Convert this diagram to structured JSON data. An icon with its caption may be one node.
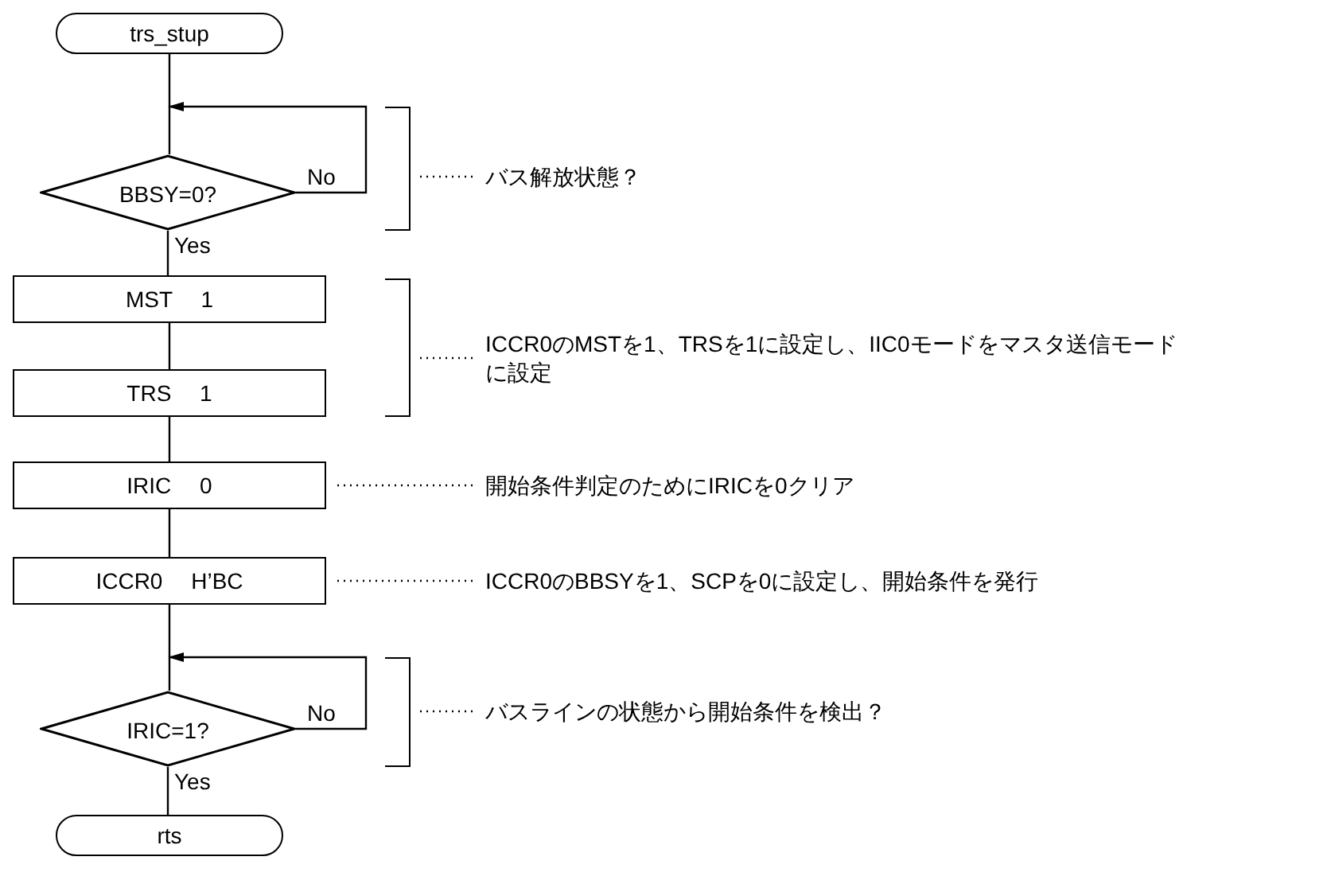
{
  "diagram": {
    "nodes": [
      {
        "text": [
          "trs_stup"
        ]
      },
      {
        "text": [
          "BBSY=0?"
        ]
      },
      {
        "text": [
          "MST 1"
        ]
      },
      {
        "text": [
          "TRS 1"
        ]
      },
      {
        "text": [
          "IRIC 0"
        ]
      },
      {
        "text": [
          "ICCR0 H’BC"
        ]
      },
      {
        "text": [
          "IRIC=1?"
        ]
      },
      {
        "text": [
          "rts"
        ]
      },
      {
        "text": [
          "バス解放状態？"
        ]
      },
      {
        "text": [
          "ICCR0のMSTを1、TRSを1に設定し、IIC0モードをマスタ送信モードに設定"
        ]
      },
      {
        "text": [
          "開始条件判定のためにIRICを0クリア"
        ]
      },
      {
        "text": [
          "ICCR0のBBSYを1、SCPを0に設定し、開始条件を発行"
        ]
      },
      {
        "text": [
          "バスラインの状態から開始条件を検出？"
        ]
      },
      {
        "text": [],
        "shape": "bracket"
      },
      {
        "text": [],
        "shape": "bracket"
      },
      {
        "text": [],
        "shape": "bracket"
      }
    ],
    "edges": [
      {
        "from": 0,
        "to": 1,
        "arrow": "none"
      },
      {
        "from": 1,
        "to": 1,
        "arrow": "to",
        "label": "No"
      },
      {
        "from": 1,
        "to": 2,
        "arrow": "none",
        "label": "Yes"
      },
      {
        "from": 2,
        "to": 3,
        "arrow": "none"
      },
      {
        "from": 3,
        "to": 4,
        "arrow": "none"
      },
      {
        "from": 4,
        "to": 5,
        "arrow": "none"
      },
      {
        "from": 5,
        "to": 6,
        "arrow": "none"
      },
      {
        "from": 6,
        "to": 6,
        "arrow": "to",
        "label": "No"
      },
      {
        "from": 6,
        "to": 7,
        "arrow": "none",
        "label": "Yes"
      },
      {
        "from": 8,
        "to": 13,
        "arrow": "none",
        "style": "dashed"
      },
      {
        "from": 9,
        "to": 14,
        "arrow": "none",
        "style": "dashed"
      },
      {
        "from": 10,
        "to": 4,
        "arrow": "none",
        "style": "dashed"
      },
      {
        "from": 11,
        "to": 5,
        "arrow": "none",
        "style": "dashed"
      },
      {
        "from": 12,
        "to": 15,
        "arrow": "none",
        "style": "dashed"
      }
    ]
  }
}
